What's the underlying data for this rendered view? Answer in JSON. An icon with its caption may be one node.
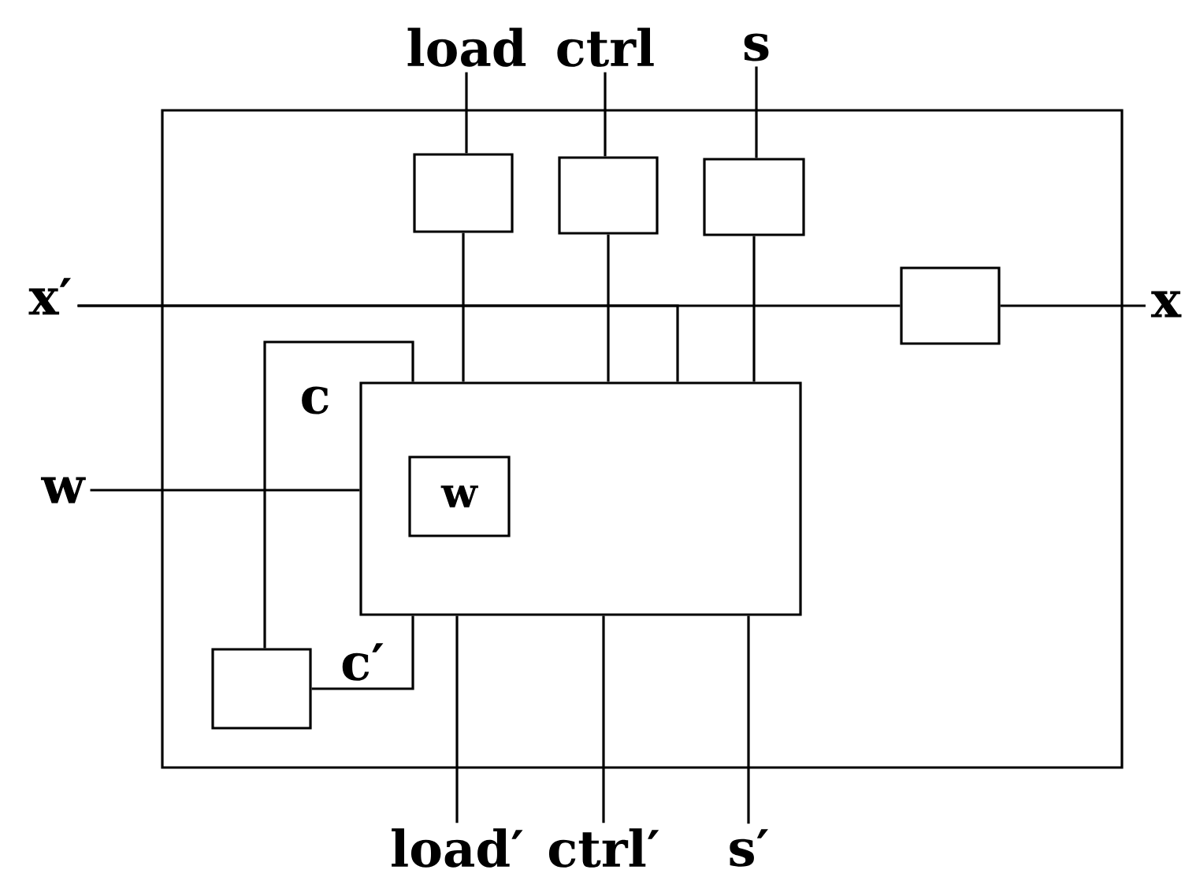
{
  "diagram": {
    "nodes": [
      {
        "text": [],
        "shape": "box"
      },
      {
        "text": [
          "load"
        ]
      },
      {
        "text": [
          "ctrl"
        ]
      },
      {
        "text": [
          "s"
        ]
      },
      {
        "text": [],
        "shape": "box",
        "in": 0
      },
      {
        "text": [],
        "shape": "box",
        "in": 0
      },
      {
        "text": [],
        "shape": "box",
        "in": 0
      },
      {
        "text": [
          "x′"
        ]
      },
      {
        "text": [],
        "shape": "box",
        "in": 0
      },
      {
        "text": [
          "x"
        ]
      },
      {
        "text": [
          "w"
        ]
      },
      {
        "text": [],
        "shape": "box",
        "in": 0
      },
      {
        "text": [
          "w"
        ],
        "in": 11
      },
      {
        "text": [],
        "shape": "box",
        "in": 0
      },
      {
        "text": [
          "load′"
        ]
      },
      {
        "text": [
          "ctrl′"
        ]
      },
      {
        "text": [
          "s′"
        ]
      }
    ],
    "edges": [
      {
        "from": 1,
        "to": 4,
        "arrow": "none"
      },
      {
        "from": 2,
        "to": 5,
        "arrow": "none"
      },
      {
        "from": 3,
        "to": 6,
        "arrow": "none"
      },
      {
        "from": 4,
        "to": 11,
        "arrow": "none"
      },
      {
        "from": 5,
        "to": 11,
        "arrow": "none"
      },
      {
        "from": 6,
        "to": 11,
        "arrow": "none"
      },
      {
        "from": 7,
        "to": 8,
        "arrow": "none"
      },
      {
        "from": 7,
        "to": 11,
        "arrow": "none"
      },
      {
        "from": 8,
        "to": 9,
        "arrow": "none"
      },
      {
        "from": 10,
        "to": 11,
        "arrow": "none"
      },
      {
        "from": 11,
        "to": 13,
        "arrow": "none",
        "label": "c"
      },
      {
        "from": 13,
        "to": 11,
        "arrow": "none",
        "label": "c′"
      },
      {
        "from": 11,
        "to": 14,
        "arrow": "none"
      },
      {
        "from": 11,
        "to": 15,
        "arrow": "none"
      },
      {
        "from": 11,
        "to": 16,
        "arrow": "none"
      }
    ]
  }
}
